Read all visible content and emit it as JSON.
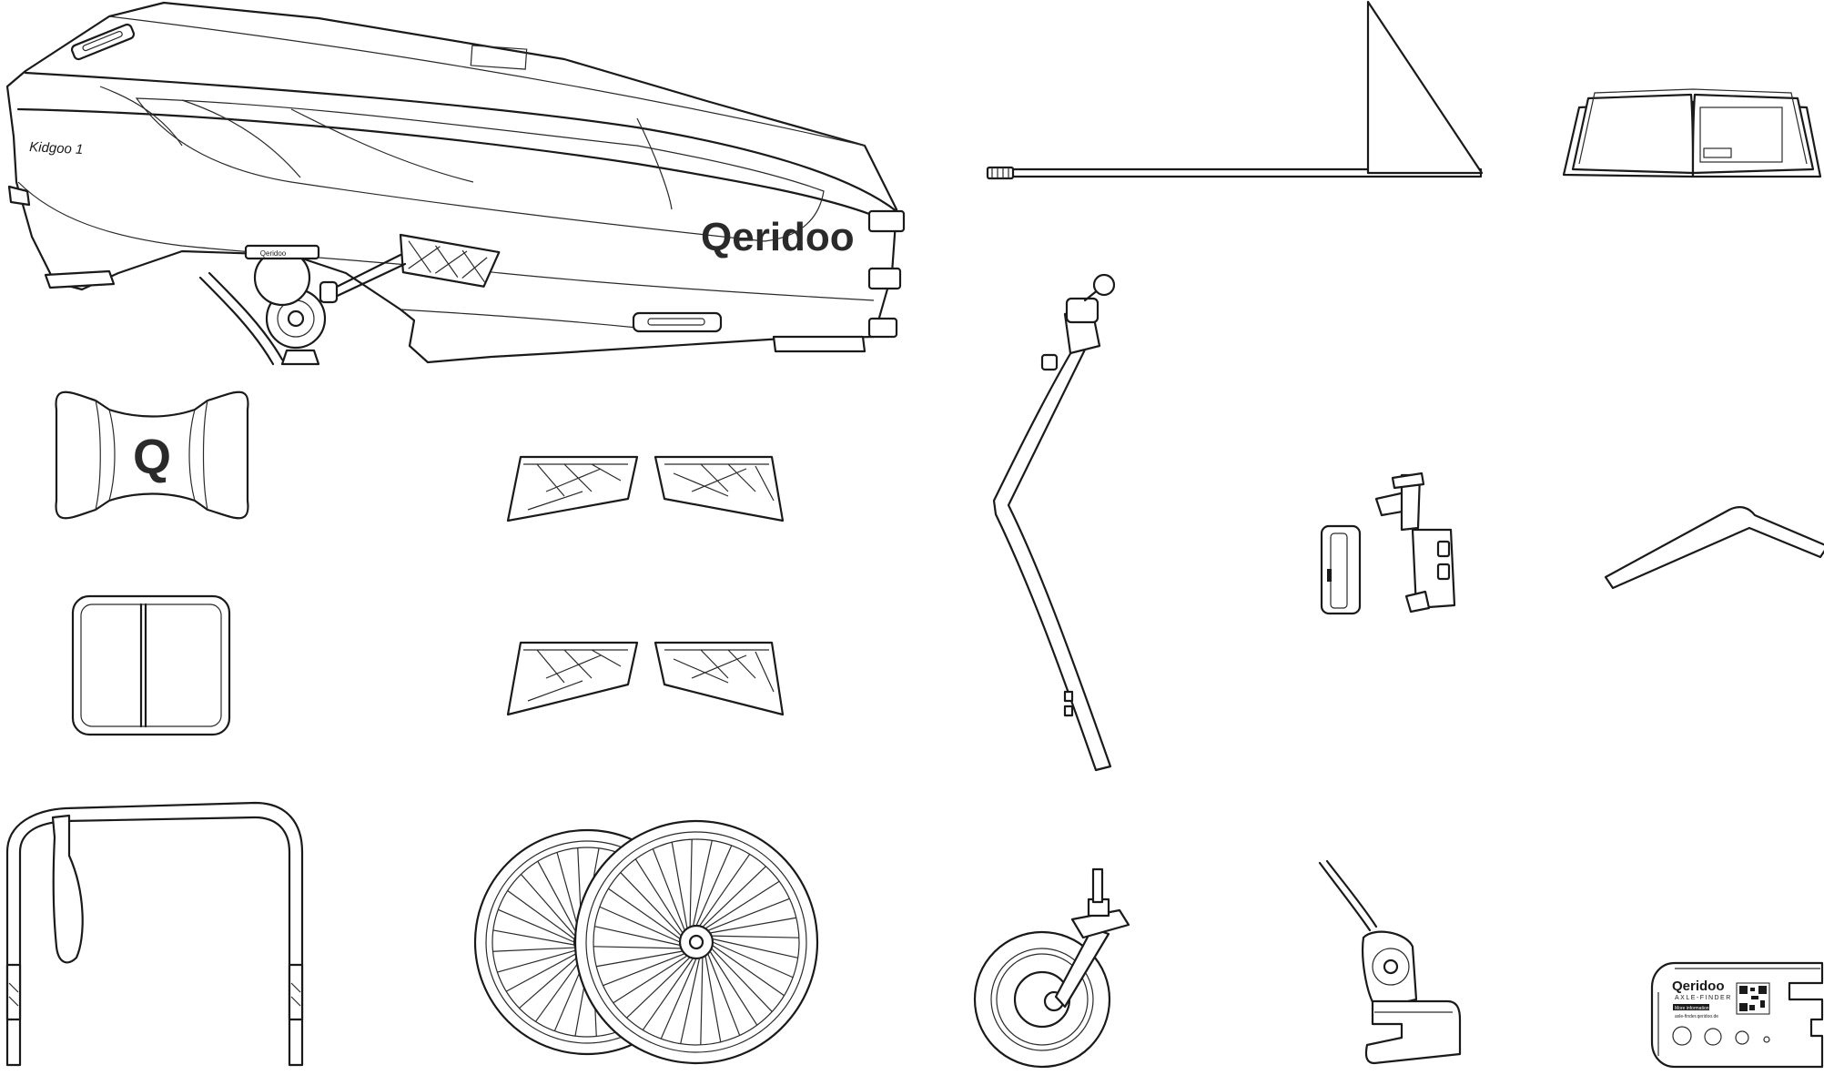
{
  "trailer": {
    "model_label": "Kidgoo 1",
    "brand_label": "Qeridoo",
    "small_brand_label": "Qeridoo"
  },
  "bumper_block": {
    "letter": "Q"
  },
  "axle_finder": {
    "brand": "Qeridoo",
    "subtitle": "AXLE-FINDER",
    "info_tag": "More information:",
    "info_url": "axle-finder.qeridoo.de"
  },
  "icons": [
    "trailer-body-icon",
    "flag-pole-icon",
    "manual-book-icon",
    "bumper-block-icon",
    "side-pads-icon",
    "tow-bar-icon",
    "hitch-parts-icon",
    "allen-key-icon",
    "rear-reflector-icon",
    "push-handle-icon",
    "rear-wheels-icon",
    "jogger-wheel-icon",
    "axle-coupling-icon",
    "axle-finder-card-icon"
  ]
}
